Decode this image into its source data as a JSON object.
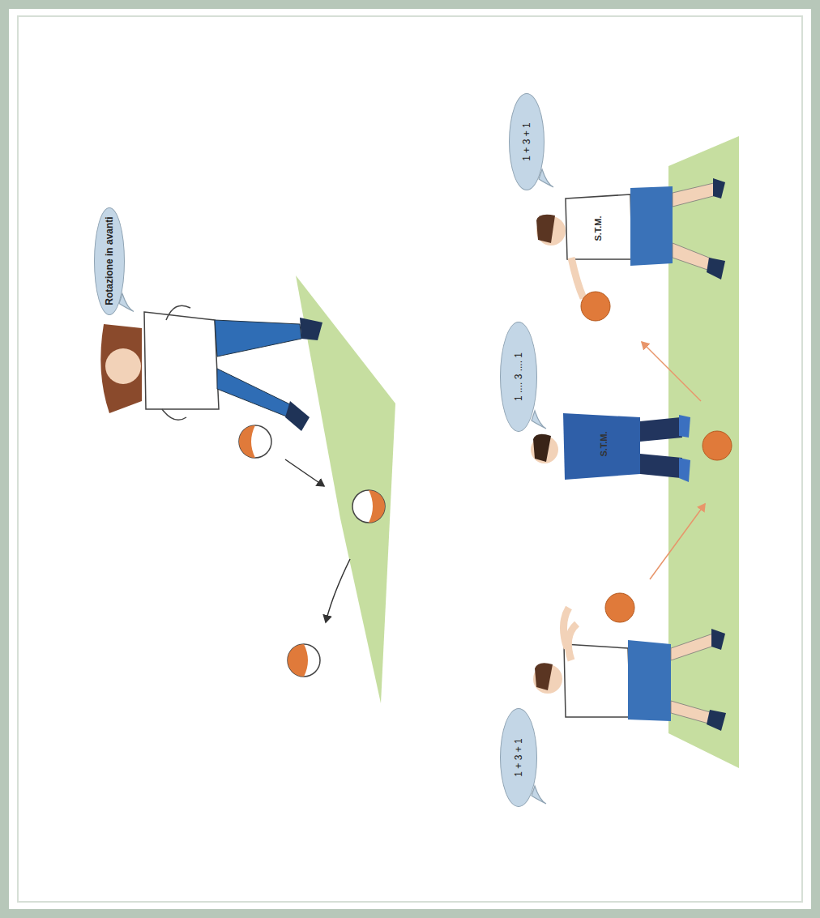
{
  "diagram": {
    "nodes": [
      {
        "text": [
          "Rotazione in avanti"
        ]
      },
      {
        "text": [
          "1 + 3 + 1"
        ]
      },
      {
        "text": [
          "1 .... 3 .... 1"
        ]
      },
      {
        "text": [
          "1 + 3 + 1"
        ]
      }
    ],
    "labels": [
      "S.T.M.",
      "S.T.M."
    ]
  }
}
